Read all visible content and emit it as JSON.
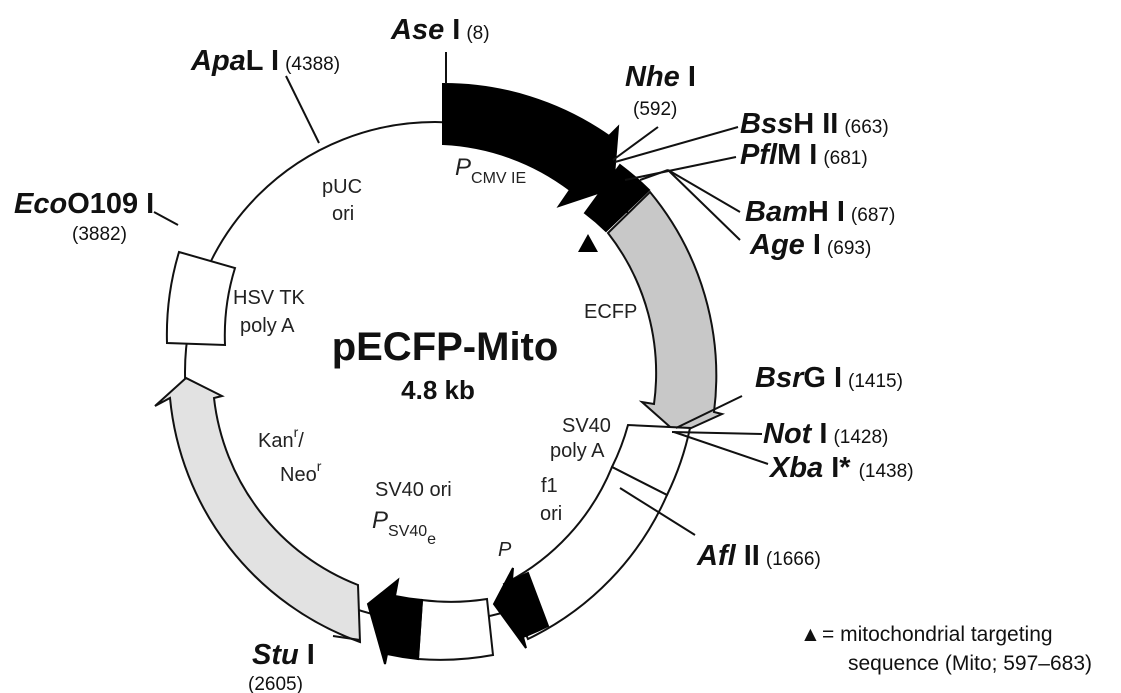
{
  "plasmid": {
    "name": "pECFP-Mito",
    "size": "4.8 kb"
  },
  "sites": [
    {
      "italic": "Ase",
      "roman": " I",
      "pos": "(8)"
    },
    {
      "italic": "Nhe",
      "roman": " I",
      "pos": "(592)"
    },
    {
      "italic": "Bss",
      "roman": "H II",
      "pos": "(663)"
    },
    {
      "italic": "Pfl",
      "roman": "M I",
      "pos": "(681)"
    },
    {
      "italic": "Bam",
      "roman": "H I",
      "pos": "(687)"
    },
    {
      "italic": "Age",
      "roman": " I",
      "pos": "(693)"
    },
    {
      "italic": "Bsr",
      "roman": "G I",
      "pos": "(1415)"
    },
    {
      "italic": "Not",
      "roman": " I",
      "pos": "(1428)"
    },
    {
      "italic": "Xba",
      "roman": " I*",
      "pos": "(1438)"
    },
    {
      "italic": "Afl",
      "roman": " II",
      "pos": "(1666)"
    },
    {
      "italic": "Stu",
      "roman": " I",
      "pos": "(2605)"
    },
    {
      "italic": "Eco",
      "roman": "O109 I",
      "pos": "(3882)"
    },
    {
      "italic": "Apa",
      "roman": "L I",
      "pos": "(4388)"
    }
  ],
  "features": {
    "pcmv_p": "P",
    "pcmv_sub": "CMV IE",
    "ecfp": "ECFP",
    "sv40_polya_1": "SV40",
    "sv40_polya_2": "poly A",
    "f1_1": "f1",
    "f1_2": "ori",
    "p_small": "P",
    "sv40_ori": "SV40 ori",
    "psv40_p": "P",
    "psv40_sub": "SV40",
    "psv40_subsub": "e",
    "kan": "Kan",
    "kan_sup": "r",
    "slash": "/",
    "neo": "Neo",
    "neo_sup": "r",
    "hsv_1": "HSV TK",
    "hsv_2": "poly A",
    "puc_1": "pUC",
    "puc_2": "ori"
  },
  "legend": {
    "symbol": "▲",
    "line1": "= mitochondrial targeting",
    "line2": "sequence (Mito; 597–683)"
  },
  "colors": {
    "black": "#000000",
    "ecfp_gray": "#c8c8c8",
    "kan_gray": "#e2e2e2",
    "white": "#ffffff"
  }
}
